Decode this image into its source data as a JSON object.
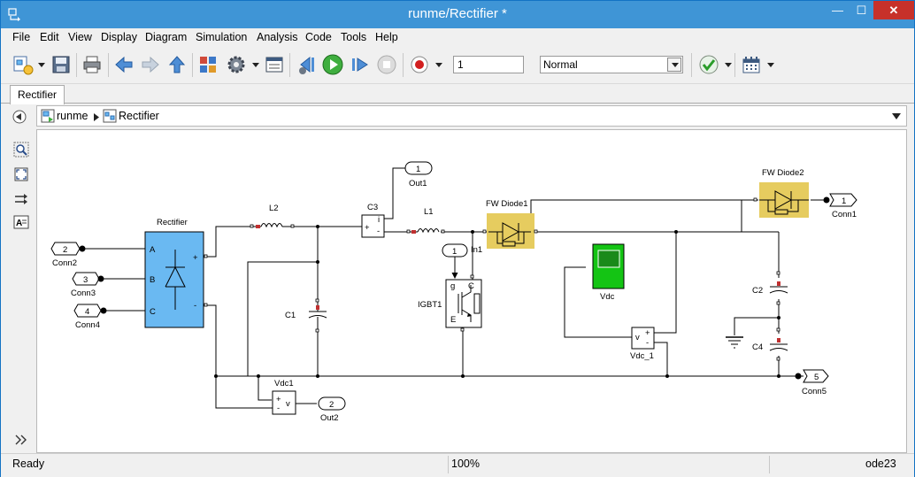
{
  "window": {
    "title": "runme/Rectifier *",
    "minimize": "—",
    "maximize": "☐",
    "close": "✕"
  },
  "menu": [
    "File",
    "Edit",
    "View",
    "Display",
    "Diagram",
    "Simulation",
    "Analysis",
    "Code",
    "Tools",
    "Help"
  ],
  "toolbar": {
    "stop_time": "1",
    "sim_mode": "Normal",
    "icons": [
      "new-model-icon",
      "save-icon",
      "print-icon",
      "back-icon",
      "forward-icon",
      "up-icon",
      "library-icon",
      "settings-icon",
      "model-explorer-icon",
      "step-back-icon",
      "run-icon",
      "step-forward-icon",
      "stop-icon",
      "record-icon",
      "check-icon",
      "build-icon"
    ]
  },
  "tab": {
    "label": "Rectifier"
  },
  "breadcrumb": {
    "root": "runme",
    "current": "Rectifier"
  },
  "status": {
    "left": "Ready",
    "zoom": "100%",
    "solver": "ode23"
  },
  "diagram": {
    "block_rectifier": "Rectifier",
    "rect_port_a": "A",
    "rect_port_b": "B",
    "rect_port_c": "C",
    "rect_port_plus": "+",
    "rect_port_minus": "-",
    "conn2_num": "2",
    "conn2_label": "Conn2",
    "conn3_num": "3",
    "conn3_label": "Conn3",
    "conn4_num": "4",
    "conn4_label": "Conn4",
    "l2": "L2",
    "c1": "C1",
    "c3": "C3",
    "c3_i": "i",
    "c3_plus": "+",
    "c3_minus": "-",
    "out1_num": "1",
    "out1_label": "Out1",
    "l1": "L1",
    "fwd1": "FW Diode1",
    "in1_num": "1",
    "in1_label": "In1",
    "igbt": "IGBT1",
    "igbt_g": "g",
    "igbt_c": "C",
    "igbt_e": "E",
    "vdc_scope": "Vdc",
    "vdc1_label": "Vdc_1",
    "vdc1_v": "v",
    "vdc1_plus": "+",
    "vdc1_minus": "-",
    "fwd2": "FW Diode2",
    "conn1_num": "1",
    "conn1_label": "Conn1",
    "c2": "C2",
    "c4": "C4",
    "conn5_num": "5",
    "conn5_label": "Conn5",
    "vdc_meter": "Vdc1",
    "vdc_meter_plus": "+",
    "vdc_meter_minus": "-",
    "vdc_meter_v": "v",
    "out2_num": "2",
    "out2_label": "Out2",
    "colors": {
      "rectifier_fill": "#6ab9f2",
      "diode_fill": "#e6cc5f",
      "scope_fill": "#14c414"
    }
  }
}
